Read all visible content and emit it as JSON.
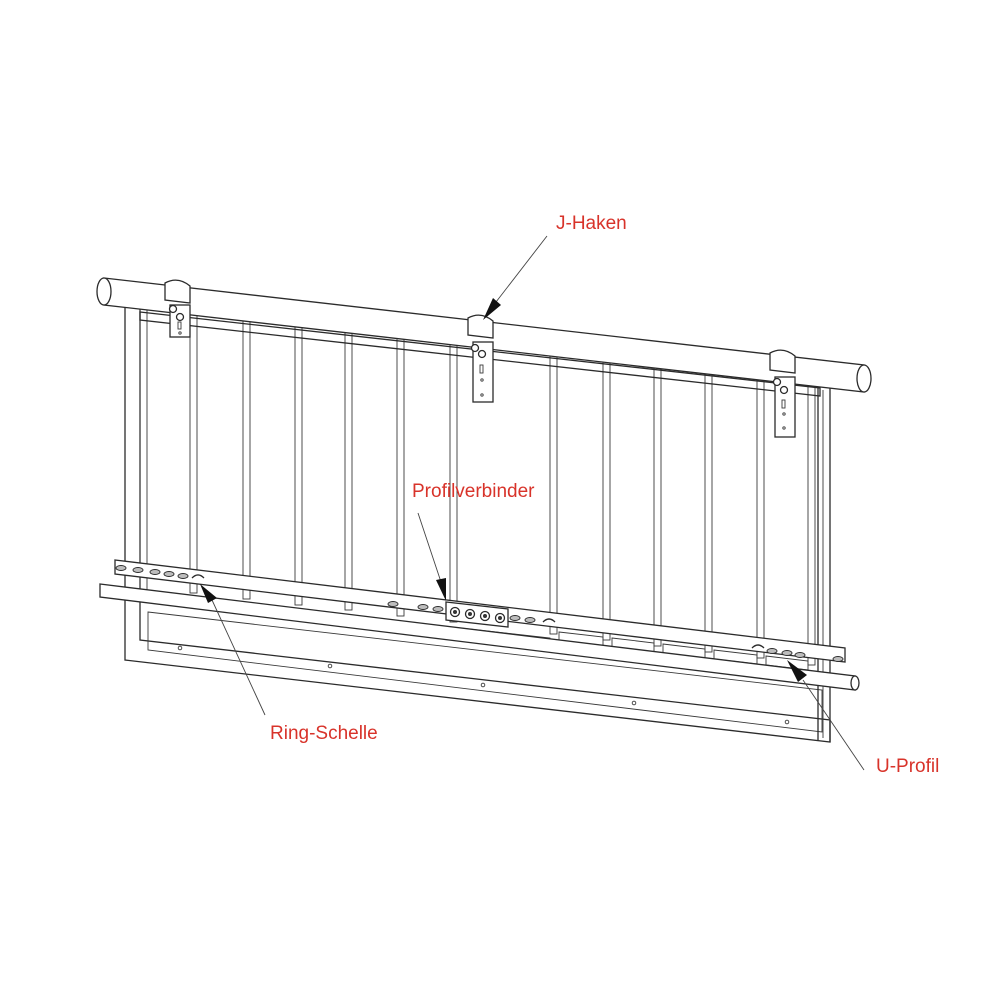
{
  "diagram": {
    "type": "technical assembly drawing",
    "subject": "Balcony railing panel hung on top rail",
    "labels": [
      {
        "id": "j-haken",
        "text": "J-Haken"
      },
      {
        "id": "profilverbinder",
        "text": "Profilverbinder"
      },
      {
        "id": "ring-schelle",
        "text": "Ring-Schelle"
      },
      {
        "id": "u-profil",
        "text": "U-Profil"
      }
    ],
    "label_color": "#d8332a",
    "line_color": "#2b2b2b",
    "components": {
      "top_rail": "round tube handrail",
      "j_hooks": 3,
      "vertical_bars": 13,
      "bottom_tube": "round tube",
      "u_profile_bolts": 4
    }
  }
}
